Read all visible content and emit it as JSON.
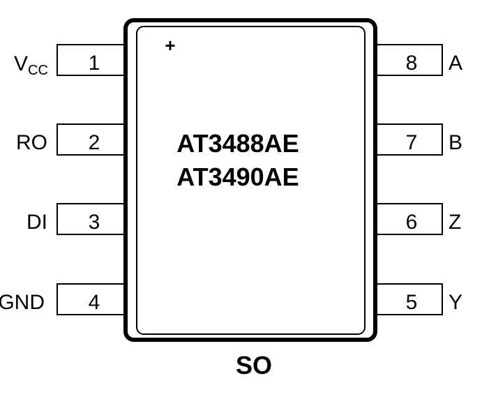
{
  "chip": {
    "part_numbers": [
      "AT3488AE",
      "AT3490AE"
    ],
    "package": "SO",
    "pin1_marker": "+"
  },
  "pins": {
    "left": [
      {
        "number": "1",
        "name": "V",
        "name_sub": "CC"
      },
      {
        "number": "2",
        "name": "RO"
      },
      {
        "number": "3",
        "name": "DI"
      },
      {
        "number": "4",
        "name": "GND"
      }
    ],
    "right": [
      {
        "number": "8",
        "name": "A"
      },
      {
        "number": "7",
        "name": "B"
      },
      {
        "number": "6",
        "name": "Z"
      },
      {
        "number": "5",
        "name": "Y"
      }
    ]
  },
  "colors": {
    "stroke": "#000000",
    "background": "#ffffff"
  }
}
